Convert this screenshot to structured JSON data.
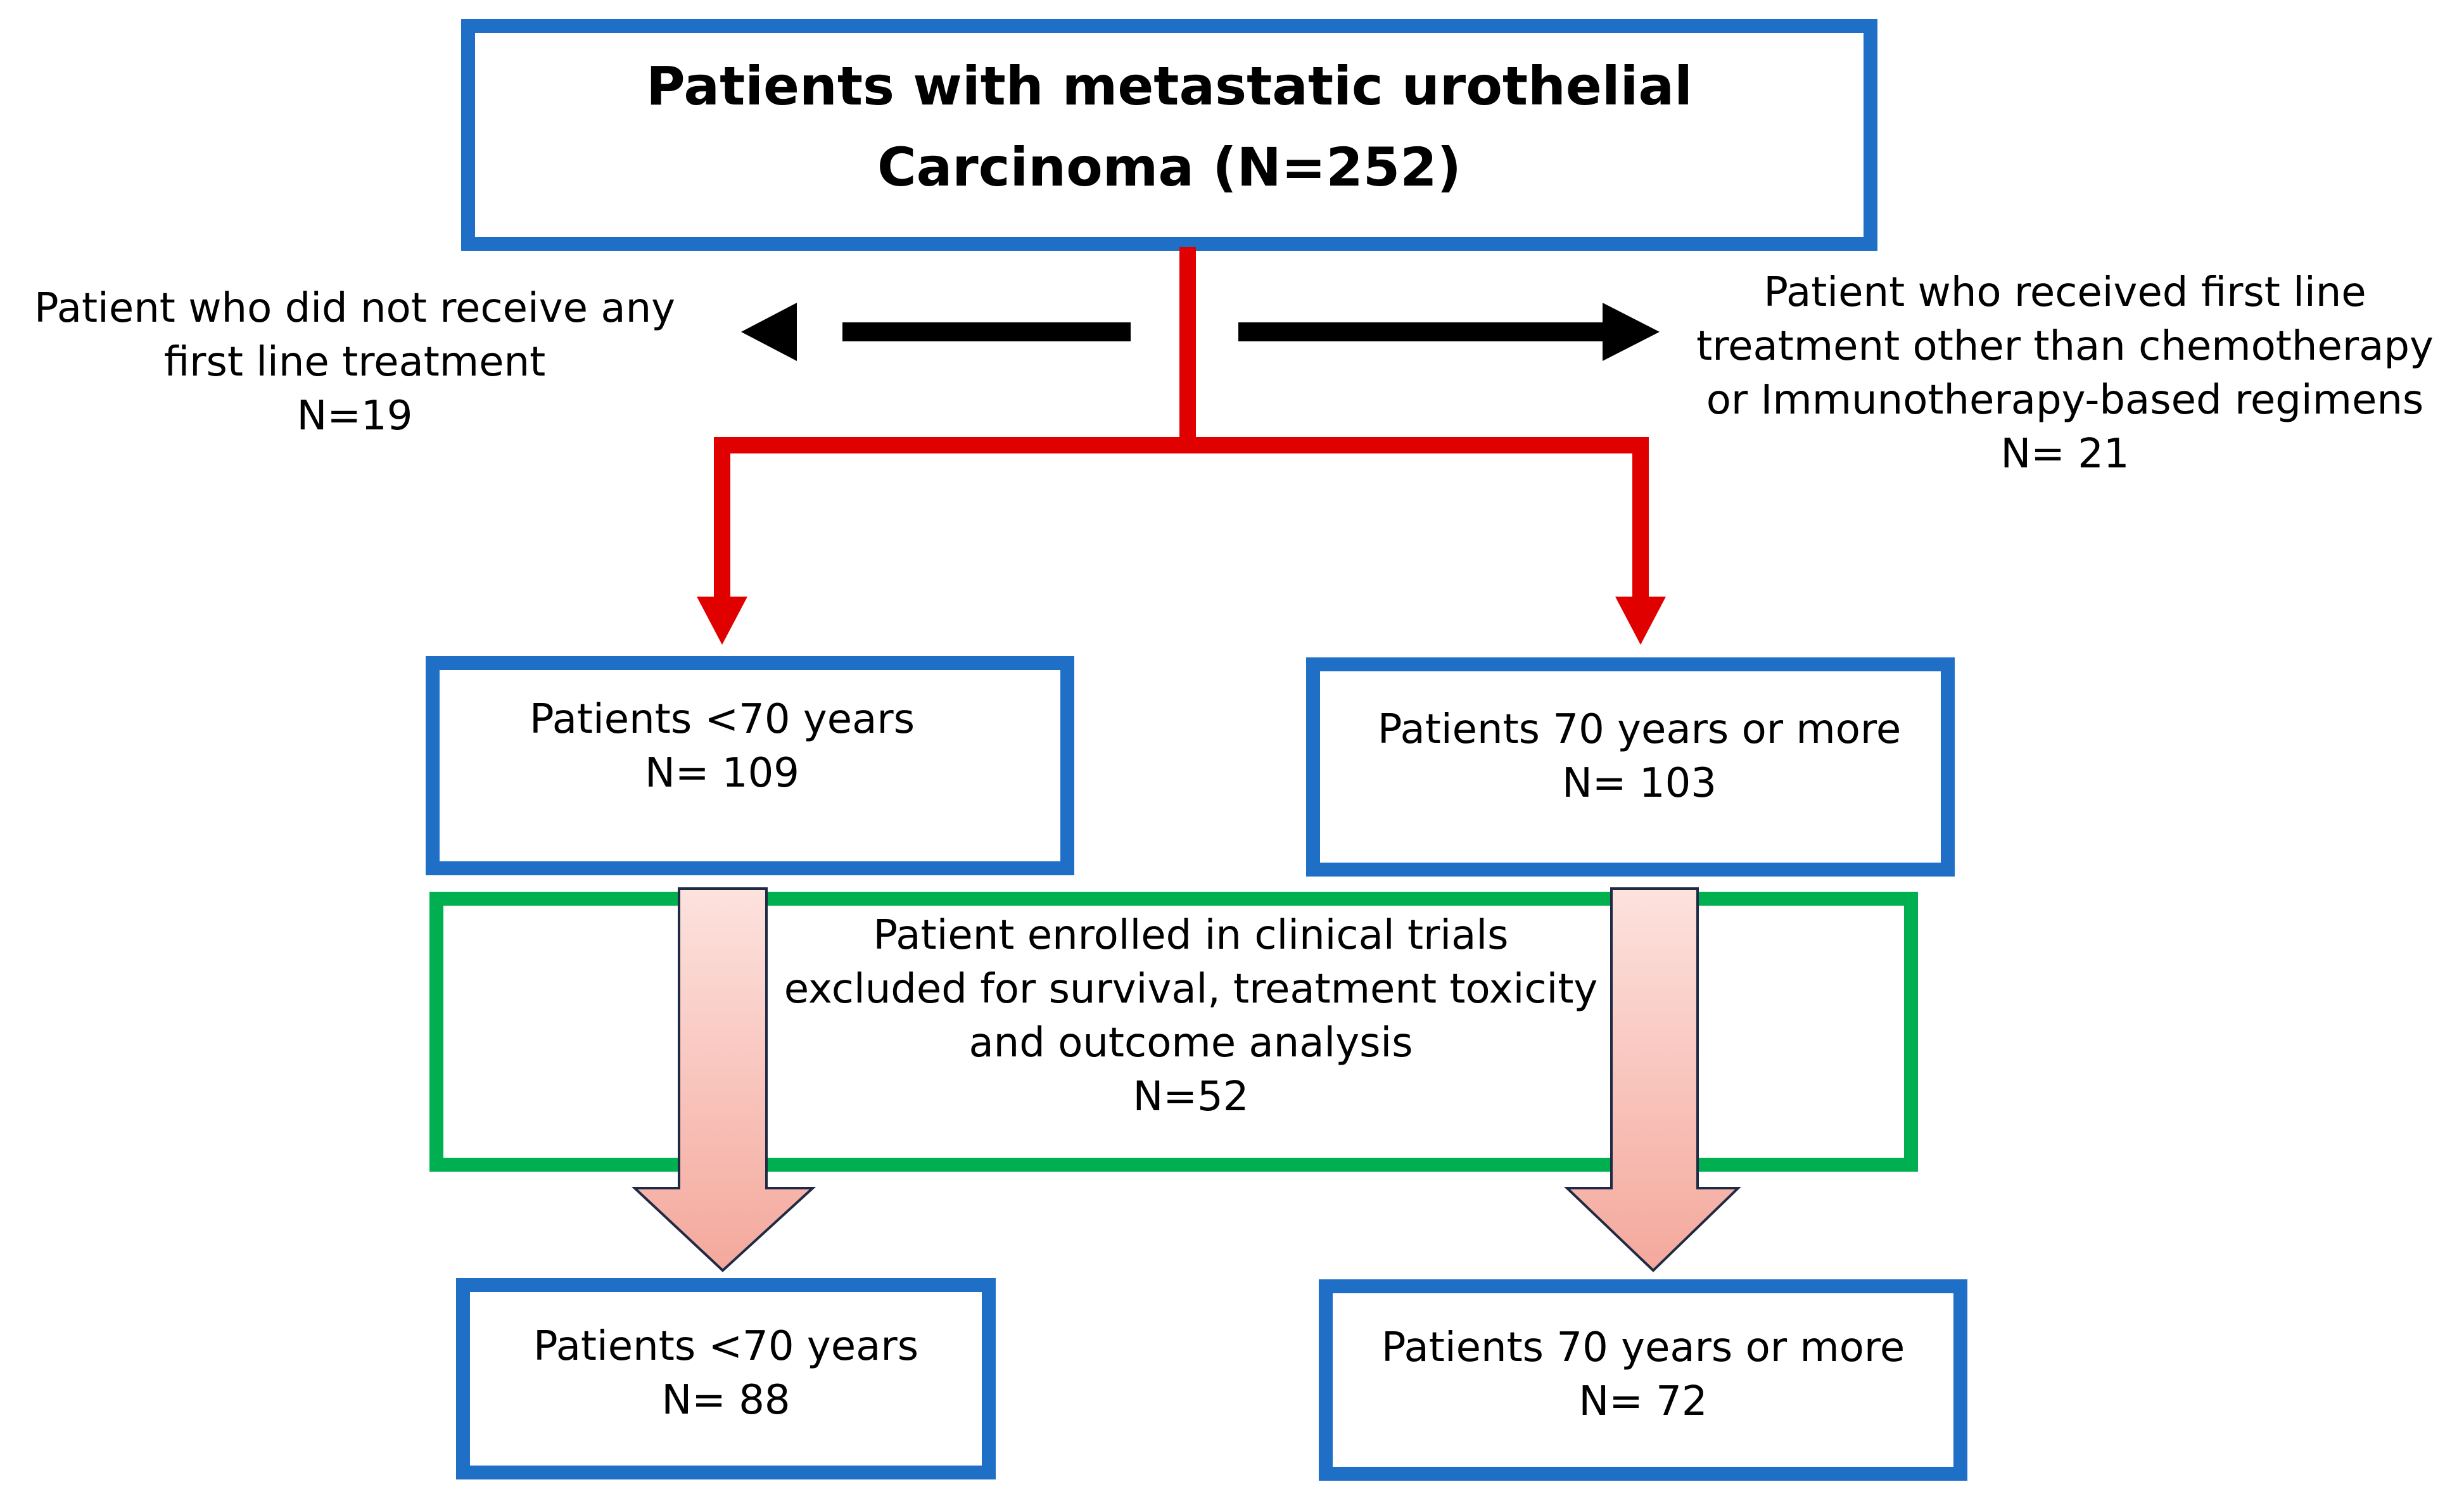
{
  "top_box": {
    "lines": [
      "Patients with metastatic urothelial",
      "Carcinoma (N=252)"
    ]
  },
  "left_exclusion": {
    "lines": [
      "Patient who did not receive any",
      "first line treatment",
      "N=19"
    ]
  },
  "right_exclusion": {
    "lines": [
      "Patient who received first line",
      "treatment other than chemotherapy",
      "or Immunotherapy-based regimens",
      "N= 21"
    ]
  },
  "group_left": {
    "lines": [
      "Patients <70 years",
      "N= 109"
    ]
  },
  "group_right": {
    "lines": [
      "Patients 70 years or more",
      "N= 103"
    ]
  },
  "trial_box": {
    "lines": [
      "Patient enrolled in clinical trials",
      "excluded for survival, treatment toxicity",
      "and outcome analysis",
      "N=52"
    ]
  },
  "final_left": {
    "lines": [
      "Patients <70 years",
      "N= 88"
    ]
  },
  "final_right": {
    "lines": [
      "Patients 70 years or more",
      "N= 72"
    ]
  },
  "colors": {
    "box_border": "#1f6fc6",
    "trial_border": "#00b050",
    "flow_arrow": "#e00000",
    "exclusion_arrow": "#000000",
    "block_arrow_fill_top": "#fde2de",
    "block_arrow_fill_bottom": "#f4a89c"
  }
}
